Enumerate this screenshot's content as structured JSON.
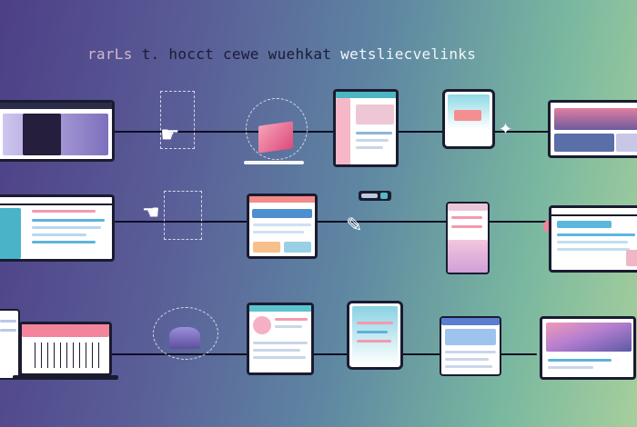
{
  "banner": {
    "lead": "rarLs",
    "main": " t. hocct cewe wuehkat",
    "tail": " wetsliecvelinks"
  },
  "colors": {
    "bg_left": "#4d3f86",
    "bg_right": "#a6cf9c",
    "outline": "#1a1b30",
    "accent_pink": "#f07b9d",
    "accent_blue": "#58a8d8",
    "accent_teal": "#4fb7c5",
    "accent_purple": "#8d78c8"
  },
  "icons": {
    "tree_hand": "hand-drawing-icon",
    "tree_cube": "3d-cube-icon",
    "sparkle": "sparkle-icon",
    "pointer_hand": "pointer-hand-icon",
    "brush": "brush-icon"
  }
}
